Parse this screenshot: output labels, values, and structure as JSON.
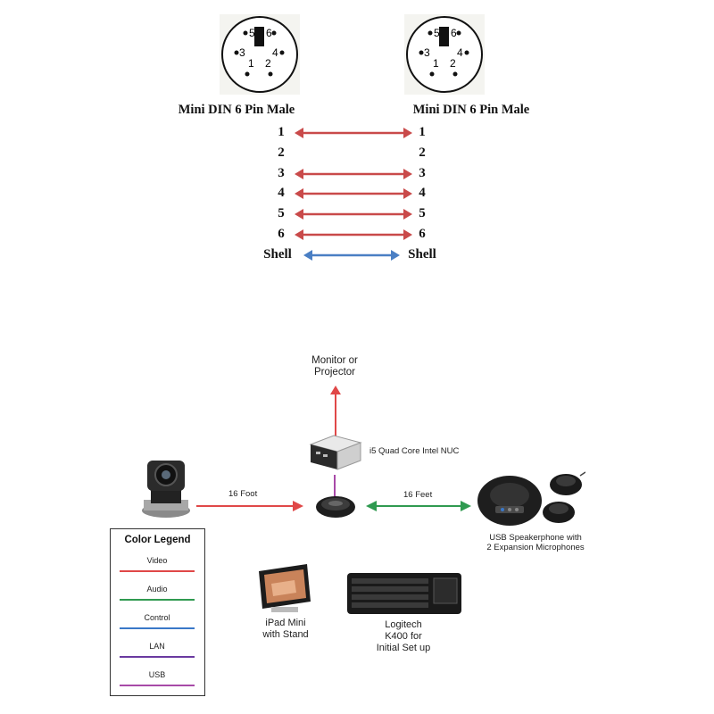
{
  "pinout": {
    "left_connector_title": "Mini DIN 6 Pin Male",
    "right_connector_title": "Mini DIN 6 Pin Male",
    "connector_pin_labels": [
      "5",
      "6",
      "3",
      "4",
      "1",
      "2"
    ],
    "rows": [
      {
        "left": "1",
        "right": "1",
        "connected": true,
        "color": "#c94a4a"
      },
      {
        "left": "2",
        "right": "2",
        "connected": false,
        "color": ""
      },
      {
        "left": "3",
        "right": "3",
        "connected": true,
        "color": "#c94a4a"
      },
      {
        "left": "4",
        "right": "4",
        "connected": true,
        "color": "#c94a4a"
      },
      {
        "left": "5",
        "right": "5",
        "connected": true,
        "color": "#c94a4a"
      },
      {
        "left": "6",
        "right": "6",
        "connected": true,
        "color": "#c94a4a"
      },
      {
        "left": "Shell",
        "right": "Shell",
        "connected": true,
        "color": "#4a7fc4"
      }
    ]
  },
  "system": {
    "monitor_label": "Monitor or\nProjector",
    "nuc_label": "i5 Quad Core Intel NUC",
    "camera_link_label": "16 Foot",
    "speaker_link_label": "16 Feet",
    "speakerphone_label": "USB Speakerphone with\n2 Expansion Microphones",
    "ipad_label": "iPad Mini\nwith Stand",
    "keyboard_label": "Logitech\nK400 for\nInitial Set up"
  },
  "legend": {
    "title": "Color Legend",
    "items": [
      {
        "label": "Video",
        "color": "#e04848"
      },
      {
        "label": "Audio",
        "color": "#2f9a50"
      },
      {
        "label": "Control",
        "color": "#3a78c8"
      },
      {
        "label": "LAN",
        "color": "#6a3aa0"
      },
      {
        "label": "USB",
        "color": "#a84aa8"
      }
    ]
  },
  "colors": {
    "video_arrow": "#e04848",
    "audio_arrow": "#2f9a50",
    "usb_line": "#a84aa8"
  },
  "icons": [
    "mini-din-connector-icon",
    "ptz-camera-icon",
    "nuc-pc-icon",
    "usb-hub-puck-icon",
    "speakerphone-icon",
    "expansion-microphone-icon",
    "ipad-stand-icon",
    "keyboard-icon"
  ]
}
